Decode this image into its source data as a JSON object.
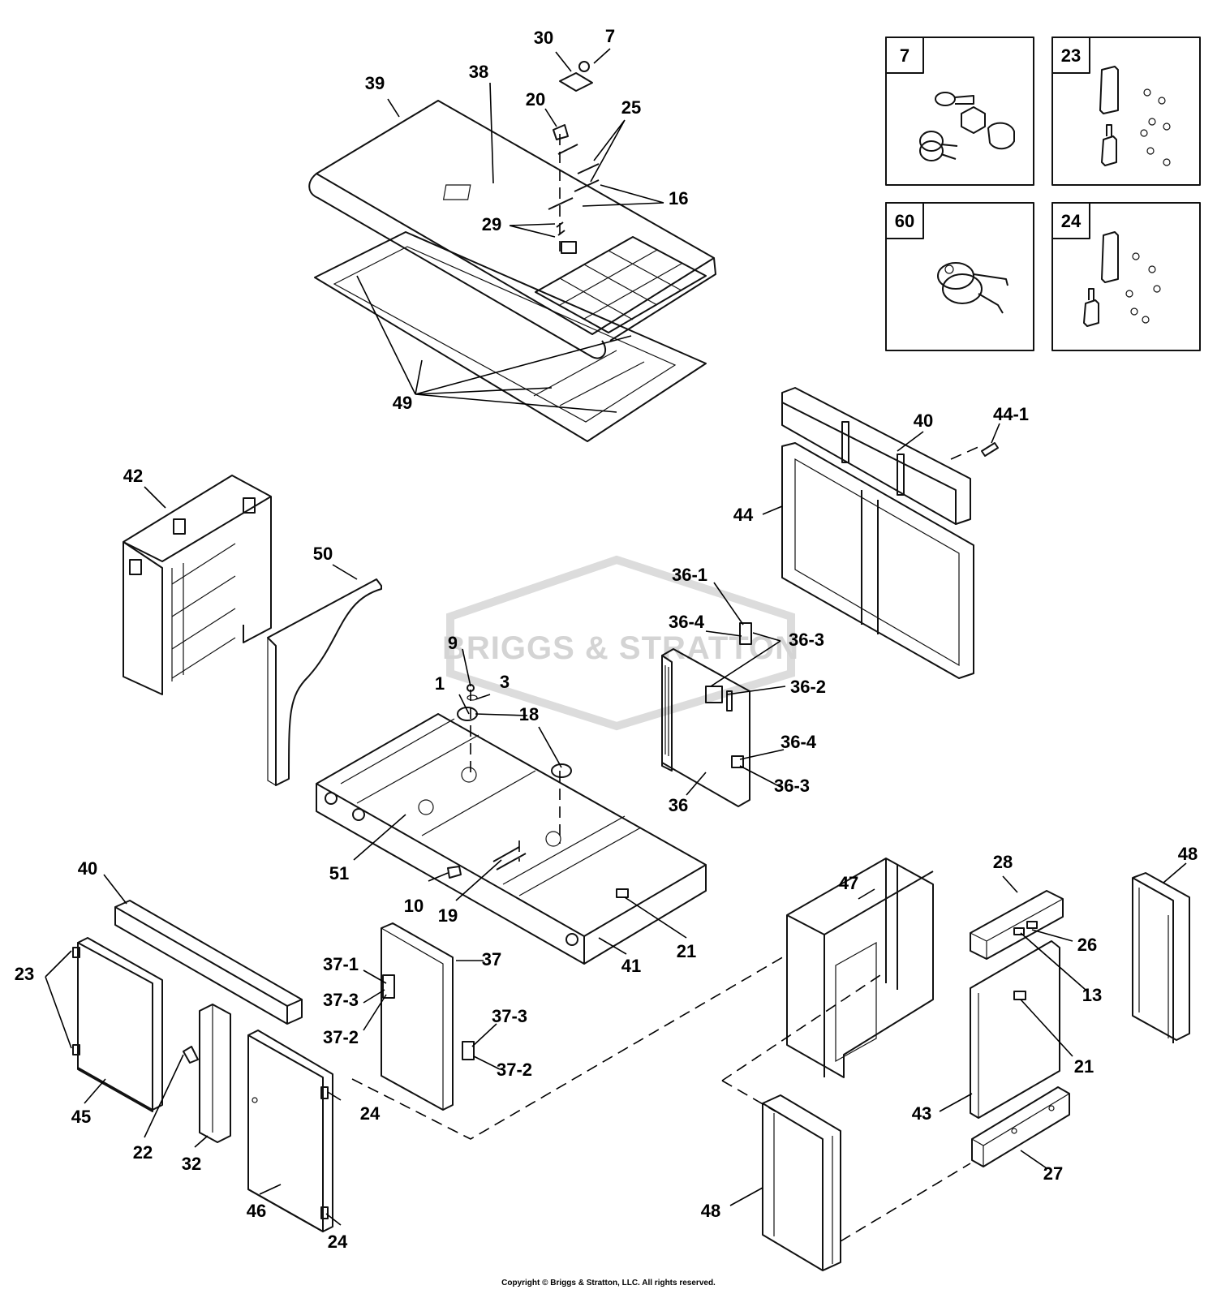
{
  "watermark": "BRIGGS & STRATTON",
  "copyright": "Copyright © Briggs & Stratton, LLC. All rights reserved.",
  "inset_boxes": [
    {
      "number": "7",
      "contents": "lock-and-keys"
    },
    {
      "number": "23",
      "contents": "hinge-kit"
    },
    {
      "number": "60",
      "contents": "key-set"
    },
    {
      "number": "24",
      "contents": "hinge-kit"
    }
  ],
  "callouts": [
    "30",
    "7",
    "38",
    "39",
    "20",
    "25",
    "16",
    "29",
    "49",
    "40",
    "44-1",
    "44",
    "42",
    "50",
    "36-1",
    "36-4",
    "36-3",
    "36-2",
    "9",
    "1",
    "3",
    "18",
    "36-4",
    "36-3",
    "36",
    "51",
    "10",
    "19",
    "41",
    "21",
    "40",
    "23",
    "45",
    "22",
    "32",
    "46",
    "24",
    "24",
    "37-1",
    "37-3",
    "37-2",
    "37",
    "37-3",
    "37-2",
    "47",
    "28",
    "26",
    "13",
    "48",
    "21",
    "43",
    "27",
    "48"
  ],
  "icon_colors": {
    "line": "#111111",
    "watermark": "#d4d4d4"
  }
}
